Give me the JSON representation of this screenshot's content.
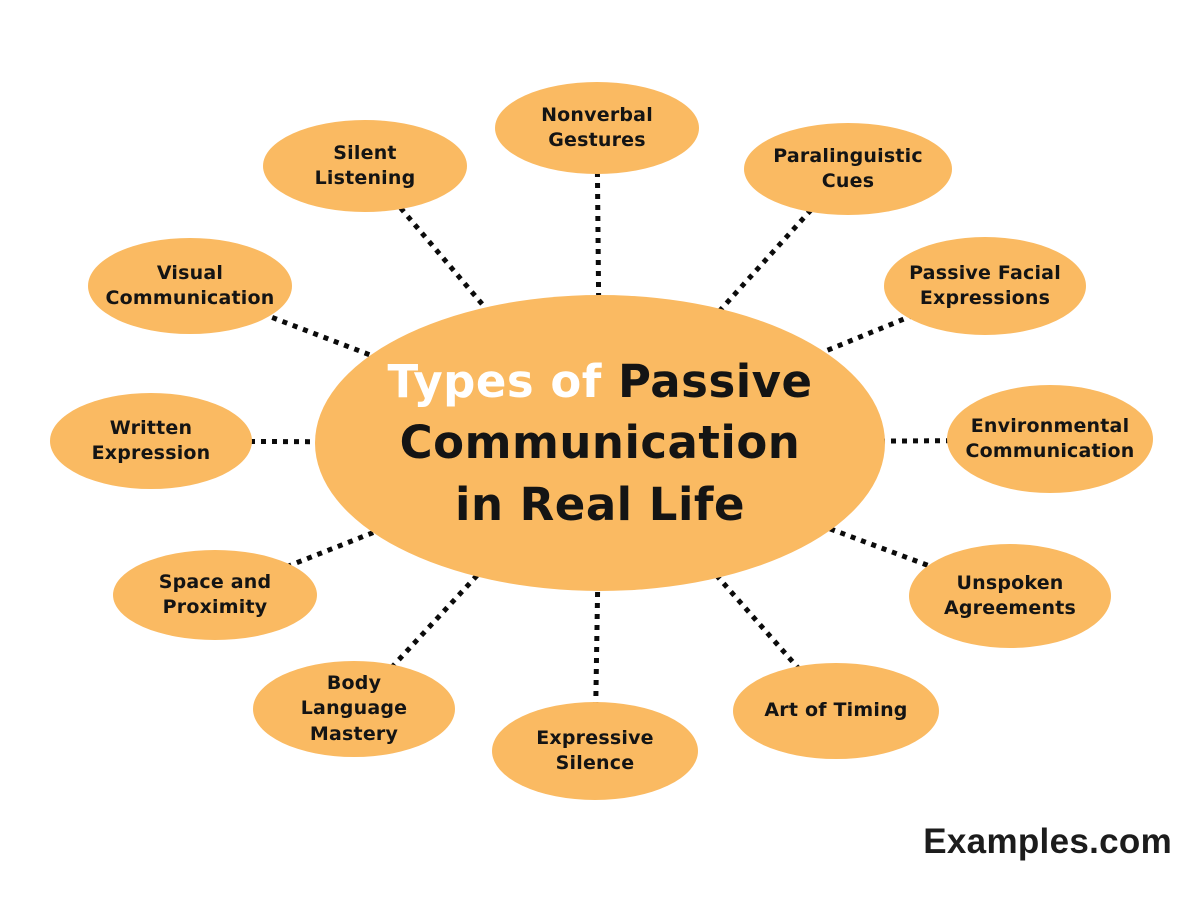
{
  "title": {
    "part_white": "Types of",
    "part_dark": "Passive",
    "line2": "Communication",
    "line3": "in Real Life"
  },
  "nodes": [
    {
      "id": "silent-listening",
      "label": "Silent\nListening"
    },
    {
      "id": "nonverbal-gestures",
      "label": "Nonverbal\nGestures"
    },
    {
      "id": "paralinguistic-cues",
      "label": "Paralinguistic\nCues"
    },
    {
      "id": "passive-facial-expressions",
      "label": "Passive Facial\nExpressions"
    },
    {
      "id": "environmental-communication",
      "label": "Environmental\nCommunication"
    },
    {
      "id": "unspoken-agreements",
      "label": "Unspoken\nAgreements"
    },
    {
      "id": "art-of-timing",
      "label": "Art of Timing"
    },
    {
      "id": "expressive-silence",
      "label": "Expressive\nSilence"
    },
    {
      "id": "body-language-mastery",
      "label": "Body\nLanguage\nMastery"
    },
    {
      "id": "space-and-proximity",
      "label": "Space and\nProximity"
    },
    {
      "id": "written-expression",
      "label": "Written\nExpression"
    },
    {
      "id": "visual-communication",
      "label": "Visual\nCommunication"
    }
  ],
  "watermark": "Examples.com",
  "colors": {
    "bubble_fill": "#FABA62",
    "bubble_text": "#141414",
    "title_highlight": "#FFFFFF",
    "connector": "#0B0B0B",
    "background": "#FFFFFF"
  },
  "chart_data": {
    "type": "mindmap",
    "center": "Types of Passive Communication in Real Life",
    "branches": [
      "Silent Listening",
      "Nonverbal Gestures",
      "Paralinguistic Cues",
      "Passive Facial Expressions",
      "Environmental Communication",
      "Unspoken Agreements",
      "Art of Timing",
      "Expressive Silence",
      "Body Language Mastery",
      "Space and Proximity",
      "Written Expression",
      "Visual Communication"
    ]
  }
}
